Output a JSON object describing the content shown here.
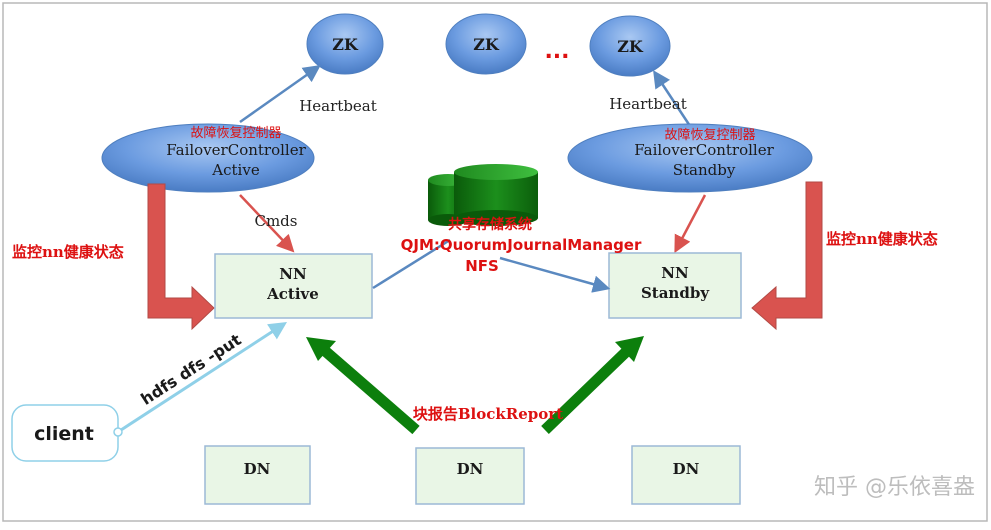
{
  "zk": {
    "label": "ZK",
    "ellipsis": "..."
  },
  "heartbeat_label": "Heartbeat",
  "failover_active": {
    "cn_label": "故障恢复控制器",
    "line1": "FailoverController",
    "line2": "Active"
  },
  "failover_standby": {
    "cn_label": "故障恢复控制器",
    "line1": "FailoverController",
    "line2": "Standby"
  },
  "cmds_label": "Cmds",
  "monitor_label": "监控nn健康状态",
  "nn_active": {
    "line1": "NN",
    "line2": "Active"
  },
  "nn_standby": {
    "line1": "NN",
    "line2": "Standby"
  },
  "shared_storage": {
    "title": "共享存储系统",
    "qjm": "QJM:QuorumJournalManager",
    "nfs": "NFS"
  },
  "client_label": "client",
  "put_command": "hdfs dfs -put",
  "block_report_label": "块报告BlockReport",
  "dn_label": "DN",
  "watermark": "知乎 @乐依喜盎",
  "colors": {
    "ellipse_fill": "#5b8fd8",
    "box_fill": "#e9f6e6",
    "box_stroke": "#9cb9d6",
    "red_label": "#dd1111",
    "red_arrow": "#d9534f",
    "green_arrow": "#0c7f0c",
    "light_blue_arrow": "#8fd0e8",
    "blue_arrow": "#5a89c0"
  }
}
